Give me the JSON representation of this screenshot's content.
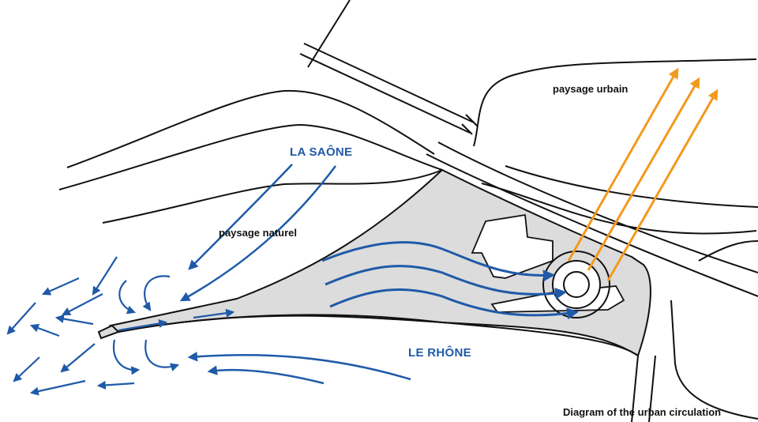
{
  "labels": {
    "river_saone": "LA SAÔNE",
    "river_rhone": "LE RHÔNE",
    "natural_landscape": "paysage naturel",
    "urban_landscape": "paysage urbain",
    "caption": "Diagram of the urban circulation"
  },
  "colors": {
    "river_arrow": "#1f5aa8",
    "urban_arrow": "#f29a1d",
    "land_fill": "#dcdcdc",
    "outline": "#111111",
    "river_text": "#1f5aa8"
  }
}
